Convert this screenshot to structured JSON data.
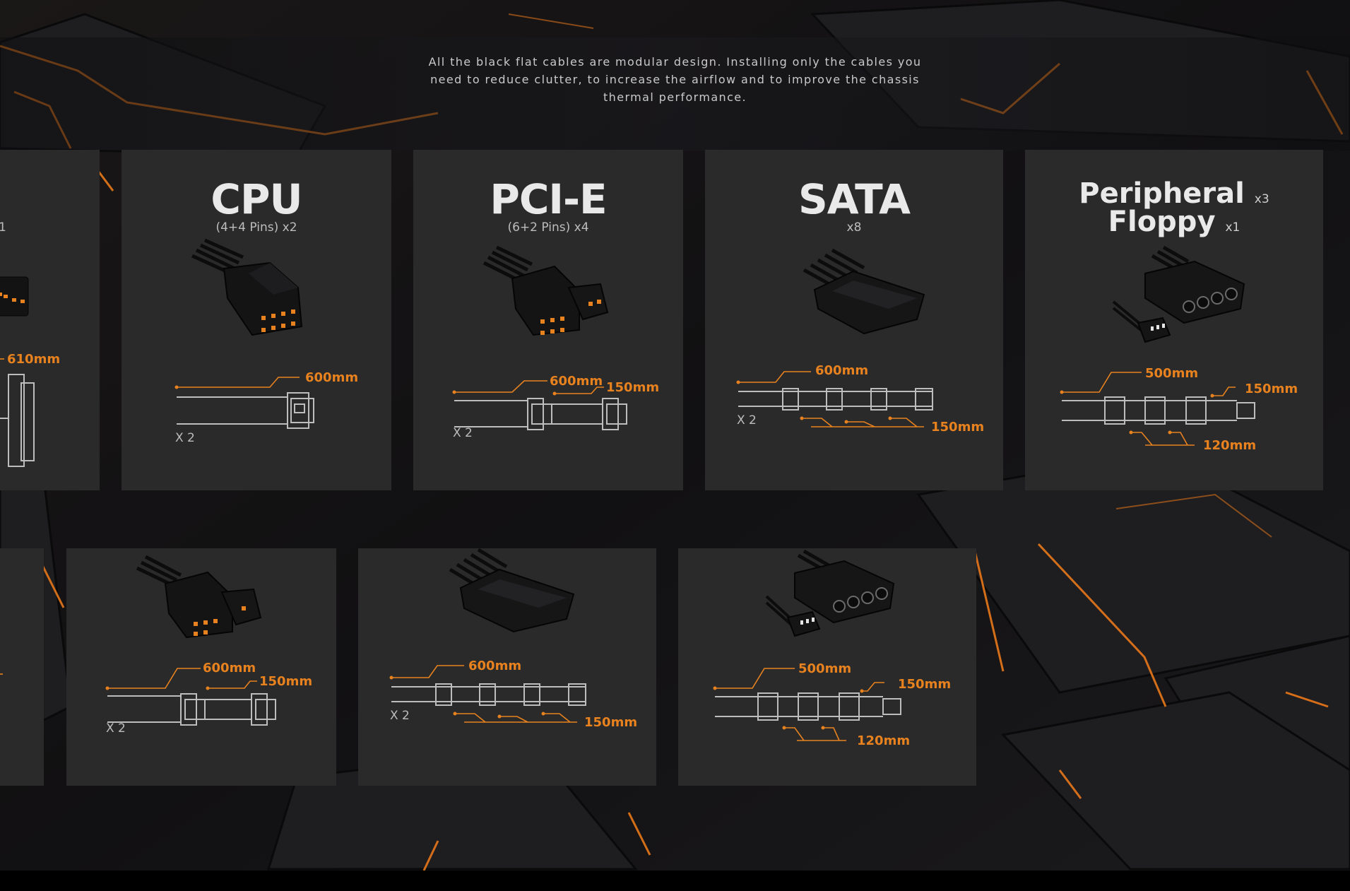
{
  "description": "All the black flat cables are modular design. Installing only the cables you need to reduce clutter, to increase the airflow and to improve the chassis thermal performance.",
  "colors": {
    "accent": "#e8821e",
    "panel": "#2a2a2b",
    "line": "#bdbdbd"
  },
  "top_row": {
    "partial_left": {
      "sub_fragment": "1",
      "length_label": "610mm"
    },
    "cpu": {
      "title": "CPU",
      "subtitle": "(4+4 Pins) x2",
      "length_label": "600mm",
      "count_label": "X 2"
    },
    "pcie": {
      "title": "PCI-E",
      "subtitle": "(6+2 Pins) x4",
      "length_label": "600mm",
      "segment_label": "150mm",
      "count_label": "X 2"
    },
    "sata": {
      "title": "SATA",
      "subtitle": "x8",
      "length_label": "600mm",
      "segment_label": "150mm",
      "count_label": "X 2"
    },
    "peripheral": {
      "title_line1": "Peripheral",
      "title_line1_mult": "x3",
      "title_line2": "Floppy",
      "title_line2_mult": "x1",
      "length_label": "500mm",
      "tail_label": "150mm",
      "segment_label": "120mm"
    }
  },
  "bottom_row": {
    "pcie": {
      "length_label": "600mm",
      "segment_label": "150mm",
      "count_label": "X 2"
    },
    "sata": {
      "length_label": "600mm",
      "segment_label": "150mm",
      "count_label": "X 2"
    },
    "peripheral": {
      "length_label": "500mm",
      "tail_label": "150mm",
      "segment_label": "120mm"
    }
  }
}
